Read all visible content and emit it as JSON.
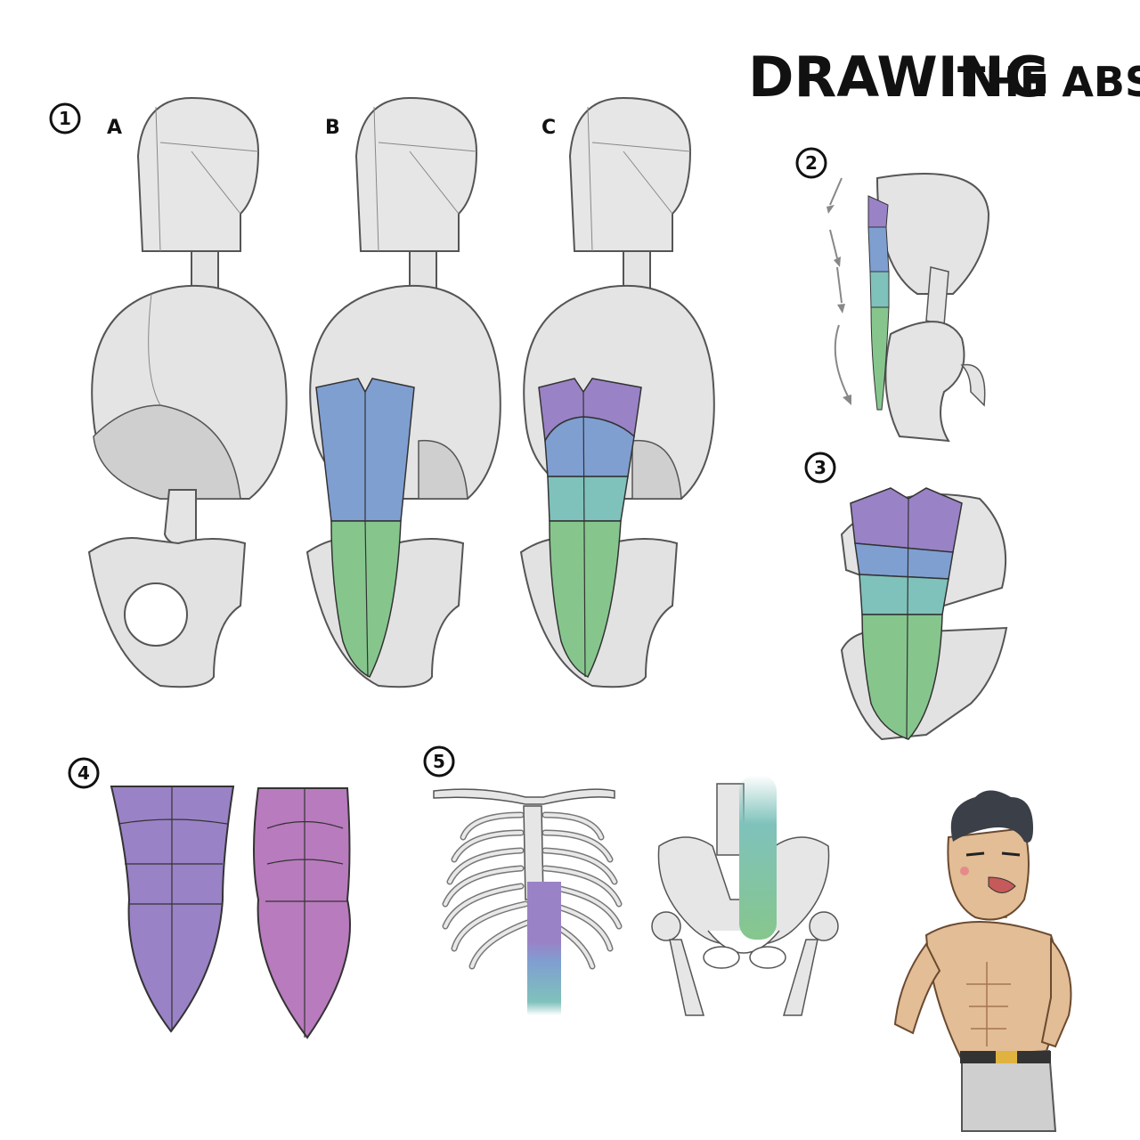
{
  "title": {
    "main": "DRAWING",
    "rest": "THE ABS"
  },
  "steps": [
    "1",
    "2",
    "3",
    "4",
    "5"
  ],
  "variants": [
    "A",
    "B",
    "C"
  ],
  "colors": {
    "form": "#e4e4e4",
    "form_shade": "#cfcfcf",
    "outline": "#555555",
    "purple": "#9a82c6",
    "blue": "#7f9fd1",
    "teal": "#7fc2bb",
    "green": "#86c68d",
    "magenta": "#b87bbd",
    "bone": "#e6e6e6",
    "skin": "#e2bd95",
    "hair": "#3b3f48"
  },
  "icons": [
    "arrow-icon"
  ]
}
